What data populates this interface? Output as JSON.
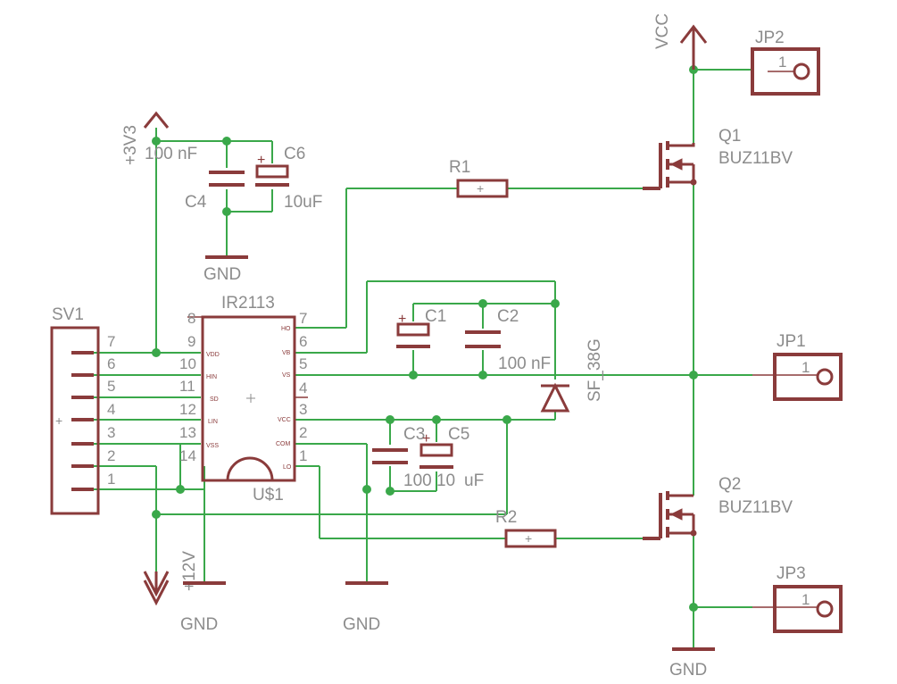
{
  "labels": {
    "vcc": "VCC",
    "jp2": "JP2",
    "jp1": "JP1",
    "jp3": "JP3",
    "q1": "Q1",
    "q1_part": "BUZ11BV",
    "q2": "Q2",
    "q2_part": "BUZ11BV",
    "r1": "R1",
    "r2": "R2",
    "c1": "C1",
    "c2": "C2",
    "c2_value": "100 nF",
    "c3": "C3",
    "c3_value": "100 10",
    "c5": "C5",
    "c5_value": "uF",
    "c4": "C4",
    "c4_value": "100 nF",
    "c6": "C6",
    "c6_value": "10uF",
    "supply_3v3": "+3V3",
    "supply_12v": "+12V",
    "gnd": "GND",
    "ic_name": "IR2113",
    "ic_ref": "U$1",
    "connector": "SV1",
    "diode": "SF_38G",
    "jumper_pin": "1"
  },
  "ic_pins_left": [
    "8",
    "9",
    "10",
    "11",
    "12",
    "13",
    "14"
  ],
  "ic_pins_right": [
    "7",
    "6",
    "5",
    "4",
    "3",
    "2",
    "1"
  ],
  "ic_signals_left": [
    "VDD",
    "HIN",
    "SD",
    "LIN",
    "VSS"
  ],
  "ic_signals_right": [
    "HO",
    "VB",
    "VS",
    "VCC",
    "COM",
    "LO"
  ],
  "connector_pins": [
    "7",
    "6",
    "5",
    "4",
    "3",
    "2",
    "1"
  ]
}
